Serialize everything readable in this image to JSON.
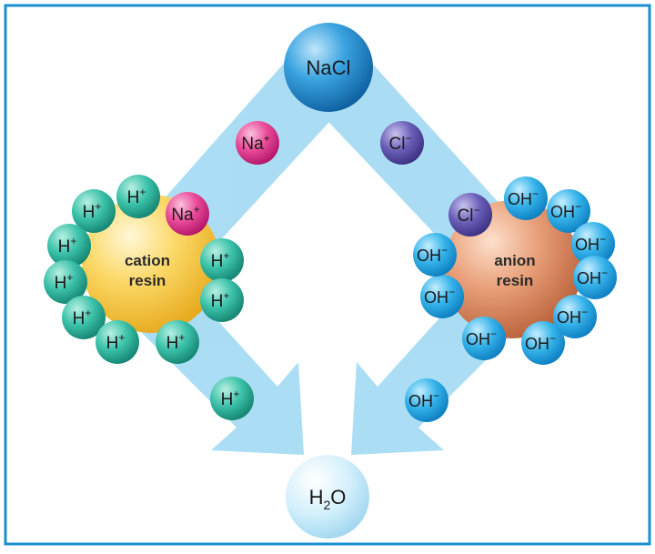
{
  "diagram": {
    "input": {
      "label": "NaCl"
    },
    "output": {
      "label_main": "H",
      "label_sub": "2",
      "label_tail": "O"
    },
    "cation_resin": {
      "line1": "cation",
      "line2": "resin"
    },
    "anion_resin": {
      "line1": "anion",
      "line2": "resin"
    },
    "ions": {
      "na": {
        "base": "Na",
        "sup": "+"
      },
      "cl": {
        "base": "Cl",
        "sup": "−"
      },
      "h": {
        "base": "H",
        "sup": "+"
      },
      "oh": {
        "base": "OH",
        "sup": "−"
      }
    }
  },
  "colors": {
    "frame": "#1a8fd0",
    "arrow": "#9fd8f0",
    "nacl": "#1b7fc4",
    "h2o": "#c8ecfa",
    "cation_resin": "#f7c83a",
    "anion_resin": "#e09468",
    "h_ion": "#2fb5a0",
    "oh_ion": "#2aa7e0",
    "na_ion": "#e2318a",
    "cl_ion": "#5a4ea3"
  }
}
